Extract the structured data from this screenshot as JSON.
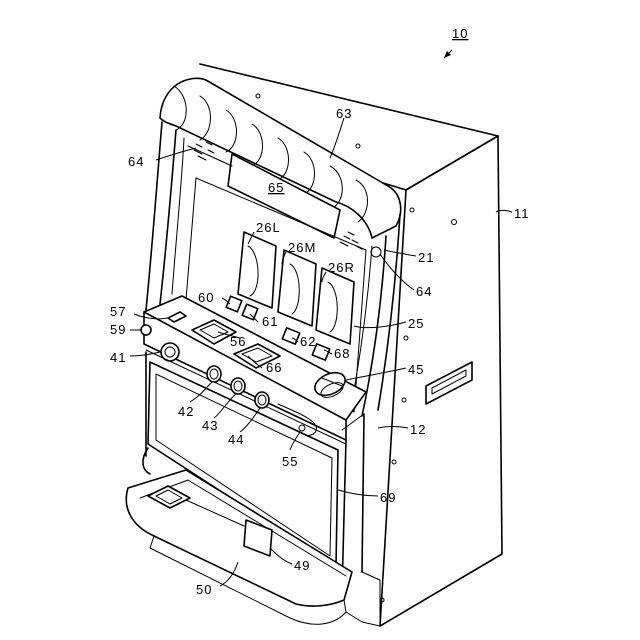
{
  "labels": {
    "fig": "10",
    "l11": "11",
    "l12": "12",
    "l21": "21",
    "l25": "25",
    "l26L": "26L",
    "l26M": "26M",
    "l26R": "26R",
    "l41": "41",
    "l42": "42",
    "l43": "43",
    "l44": "44",
    "l45": "45",
    "l49": "49",
    "l50": "50",
    "l55": "55",
    "l56": "56",
    "l57": "57",
    "l59": "59",
    "l60": "60",
    "l61": "61",
    "l62": "62",
    "l63": "63",
    "l64a": "64",
    "l64b": "64",
    "l65": "65",
    "l66": "66",
    "l68": "68",
    "l69": "69"
  }
}
